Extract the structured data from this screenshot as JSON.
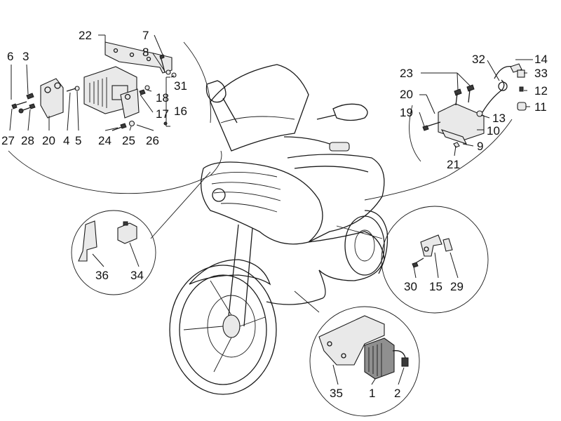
{
  "diagram": {
    "callouts": {
      "n1": "1",
      "n2": "2",
      "n3": "3",
      "n4": "4",
      "n5": "5",
      "n6": "6",
      "n7": "7",
      "n8": "8",
      "n9": "9",
      "n10": "10",
      "n11": "11",
      "n12": "12",
      "n13": "13",
      "n14": "14",
      "n15": "15",
      "n16": "16",
      "n17": "17",
      "n18": "18",
      "n19": "19",
      "n20a": "20",
      "n20b": "20",
      "n21": "21",
      "n22": "22",
      "n23": "23",
      "n24": "24",
      "n25": "25",
      "n26": "26",
      "n27": "27",
      "n28": "28",
      "n29": "29",
      "n30": "30",
      "n31": "31",
      "n32": "32",
      "n33": "33",
      "n34": "34",
      "n35": "35",
      "n36": "36"
    }
  }
}
